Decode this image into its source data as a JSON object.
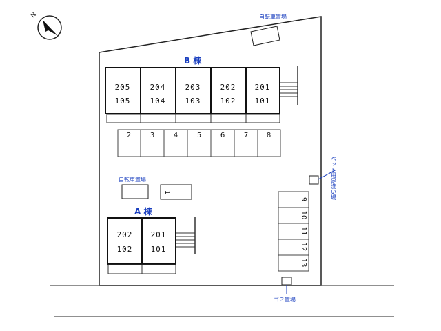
{
  "compass": {
    "label": "N"
  },
  "labels": {
    "bicycle_top": "自転車置場",
    "bicycle_mid": "自転車置場",
    "building_b": "B 棟",
    "building_a": "A 棟",
    "pet_wash": "ペット用足洗い場",
    "garbage": "ゴミ置場"
  },
  "building_b": {
    "units": [
      {
        "upper": "205",
        "lower": "105"
      },
      {
        "upper": "204",
        "lower": "104"
      },
      {
        "upper": "203",
        "lower": "103"
      },
      {
        "upper": "202",
        "lower": "102"
      },
      {
        "upper": "201",
        "lower": "101"
      }
    ]
  },
  "building_a": {
    "units": [
      {
        "upper": "202",
        "lower": "102"
      },
      {
        "upper": "201",
        "lower": "101"
      }
    ]
  },
  "parking_row": [
    "2",
    "3",
    "4",
    "5",
    "6",
    "7",
    "8"
  ],
  "parking_single": "1",
  "parking_column": [
    "9",
    "10",
    "11",
    "12",
    "13"
  ],
  "colors": {
    "label": "#1a3fbf",
    "line": "#111111"
  }
}
